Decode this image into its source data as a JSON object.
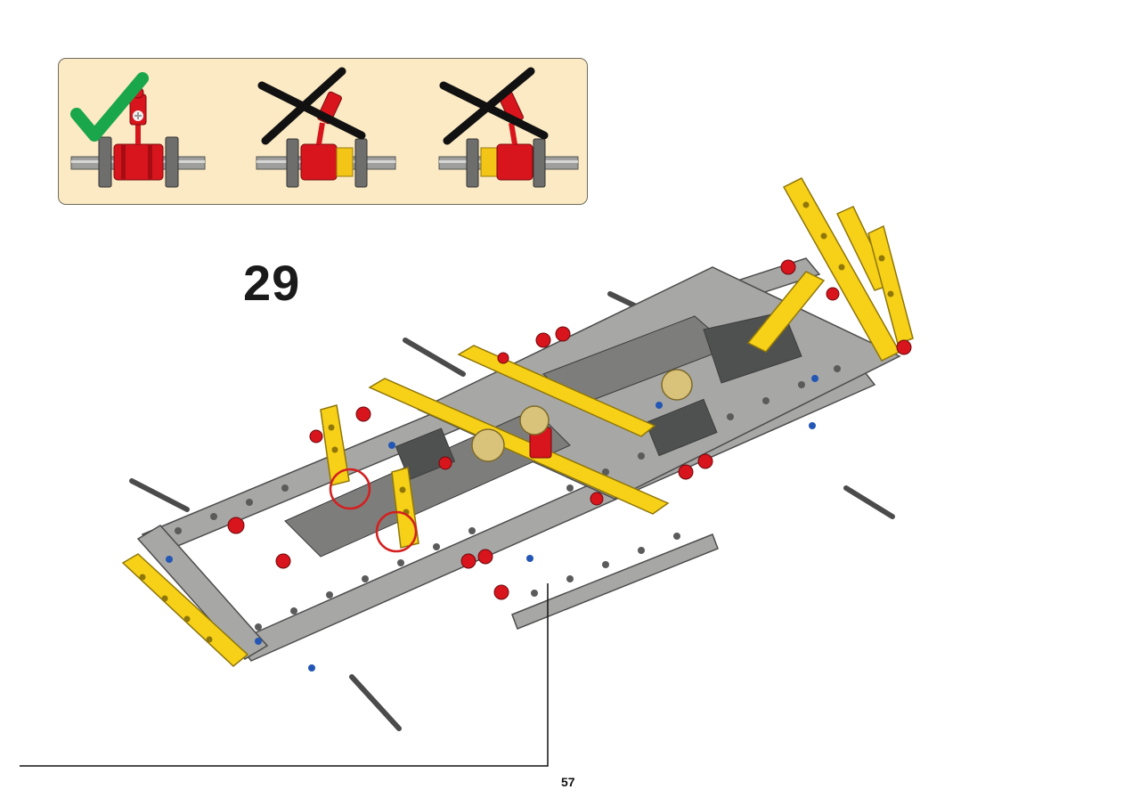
{
  "step": {
    "number": "29"
  },
  "page": {
    "number": "57"
  },
  "hint_panel": {
    "items": [
      {
        "status": "correct",
        "mark_icon": "green-check-icon"
      },
      {
        "status": "wrong",
        "mark_icon": "black-x-icon"
      },
      {
        "status": "wrong",
        "mark_icon": "black-x-icon"
      }
    ]
  },
  "colors": {
    "panel_bg": "#fbeac4",
    "check_green": "#1aa64a",
    "part_red": "#d8141c",
    "part_yellow": "#f7d117",
    "part_gray": "#a0a19f",
    "part_dark": "#4f5150",
    "highlight_circle": "#d42020"
  }
}
